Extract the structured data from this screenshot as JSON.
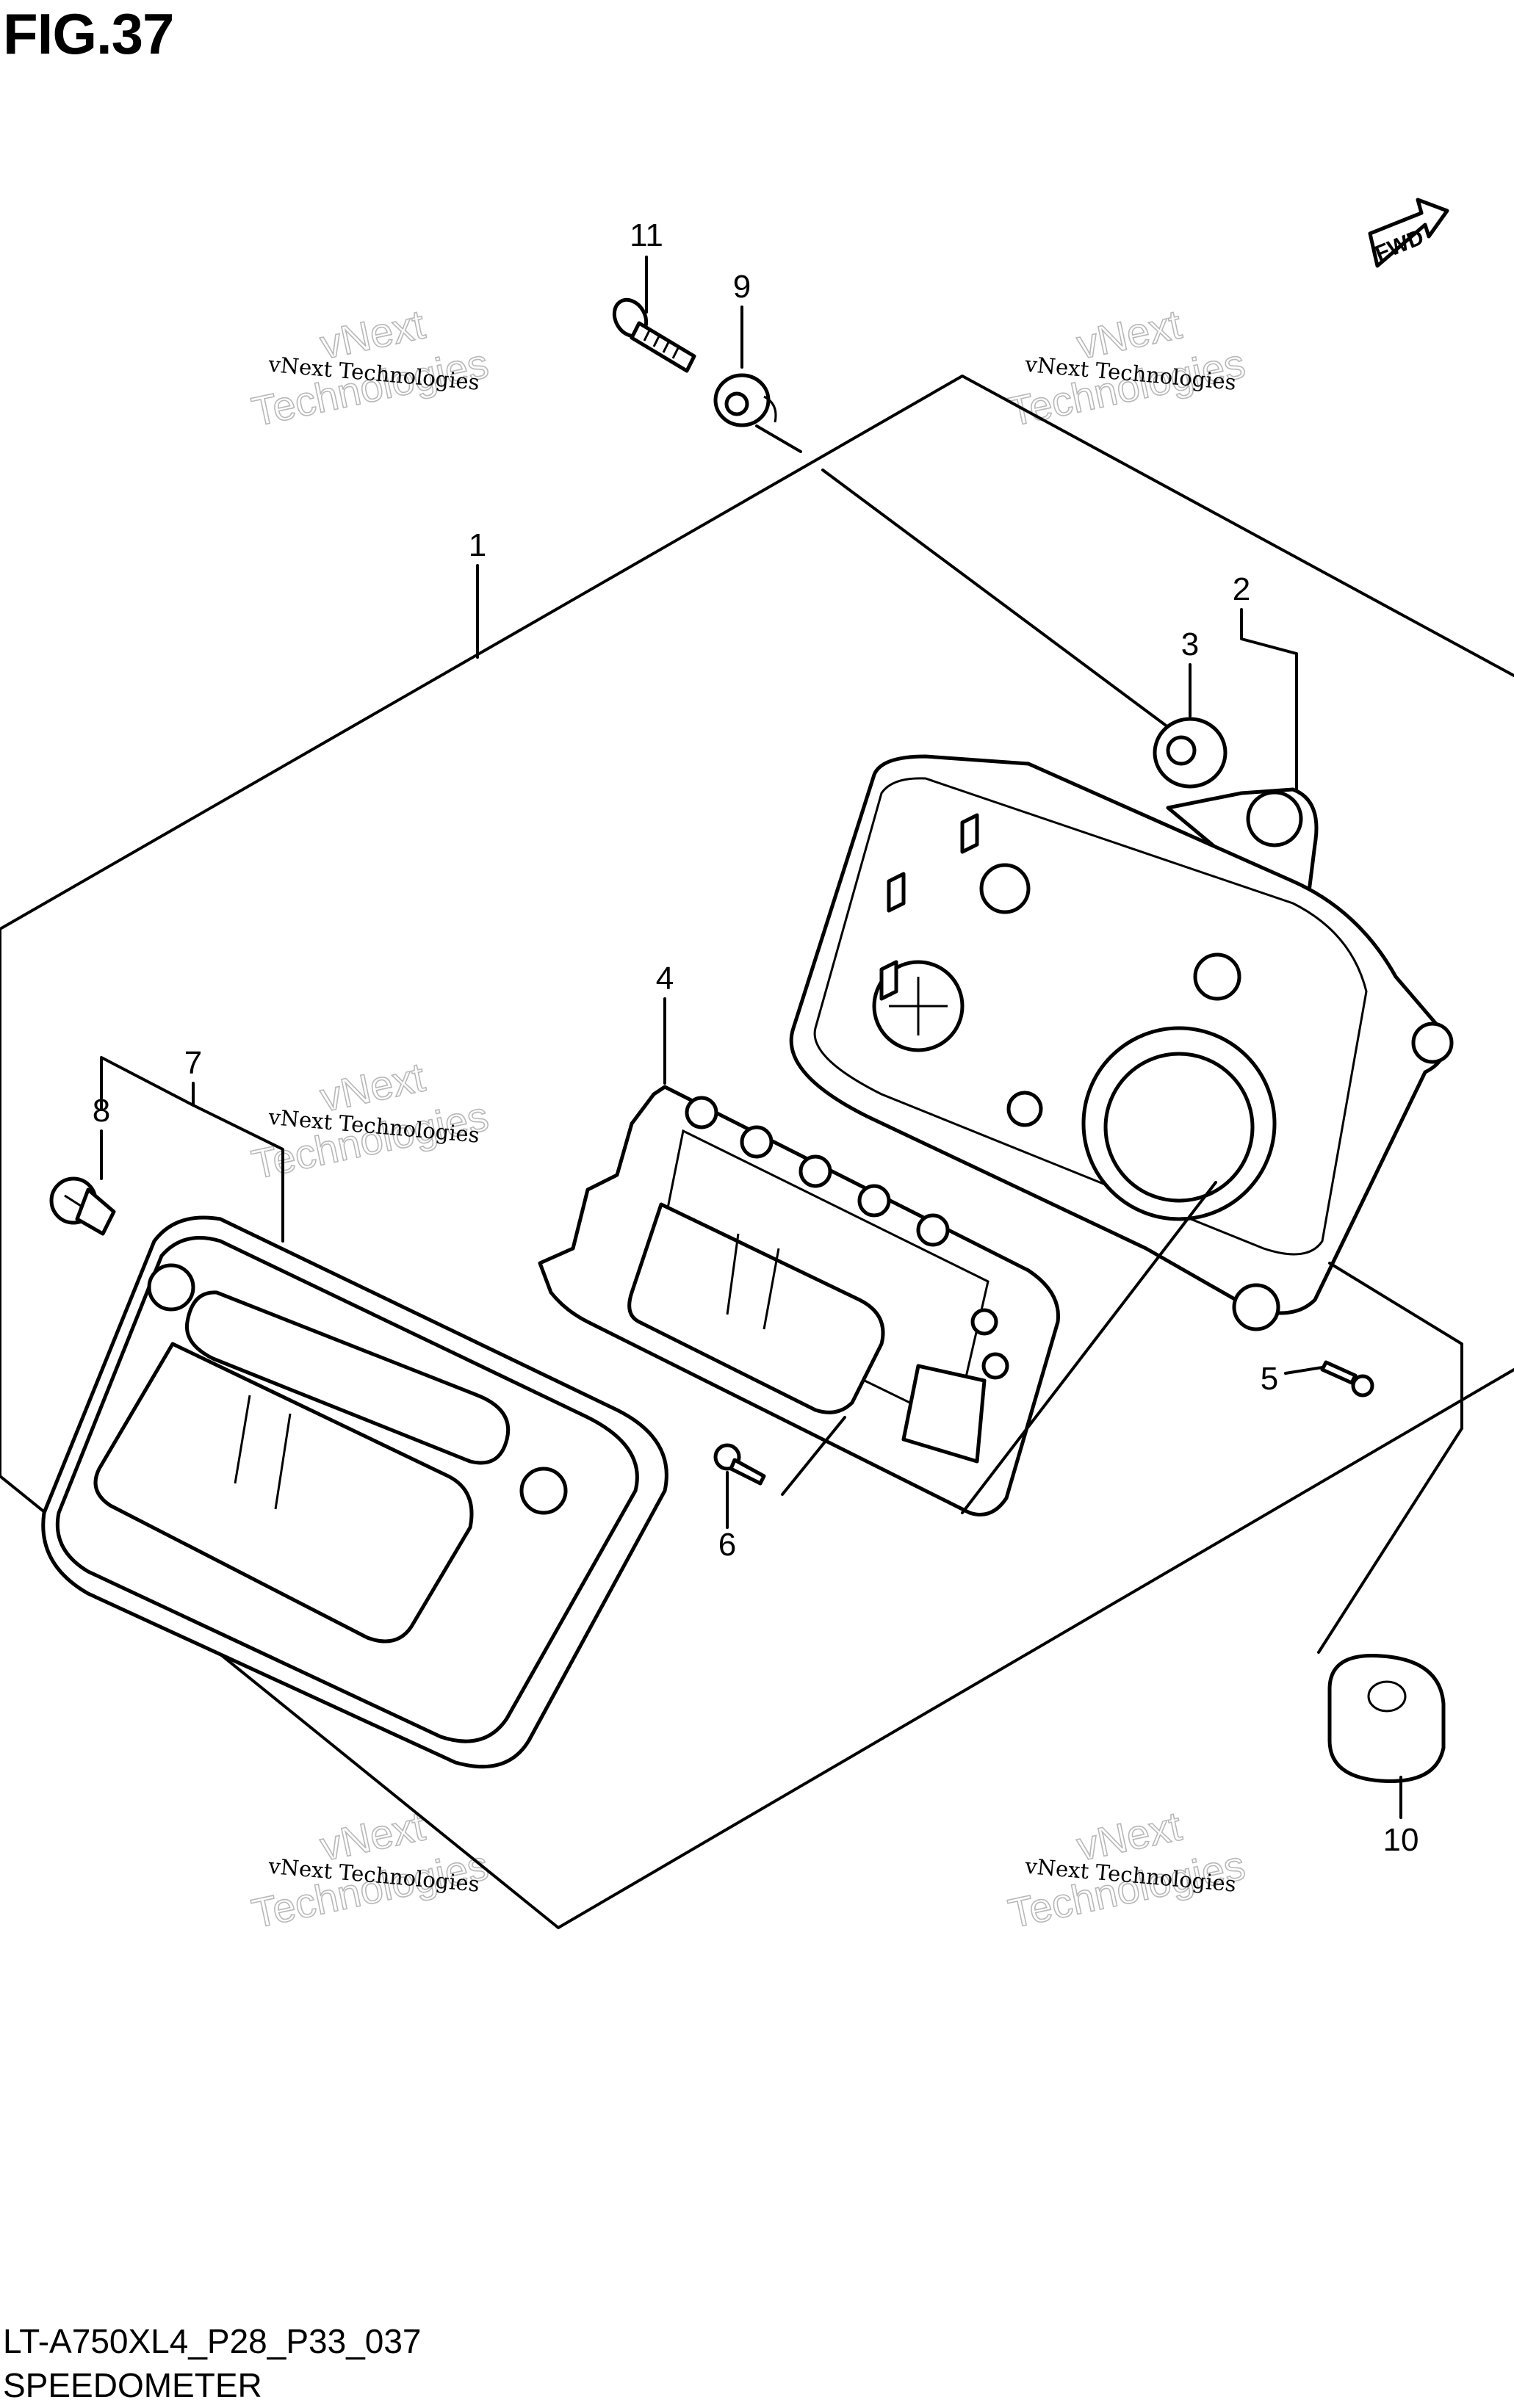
{
  "figure": {
    "title": "FIG.37"
  },
  "footer": {
    "code": "LT-A750XL4_P28_P33_037",
    "name": "SPEEDOMETER"
  },
  "fwd_label": "FWD",
  "callouts": [
    "1",
    "2",
    "3",
    "4",
    "5",
    "6",
    "7",
    "8",
    "9",
    "10",
    "11"
  ],
  "watermark": {
    "line1": "vNext Technologies",
    "line2": "vNext",
    "line3": "Technologies"
  }
}
